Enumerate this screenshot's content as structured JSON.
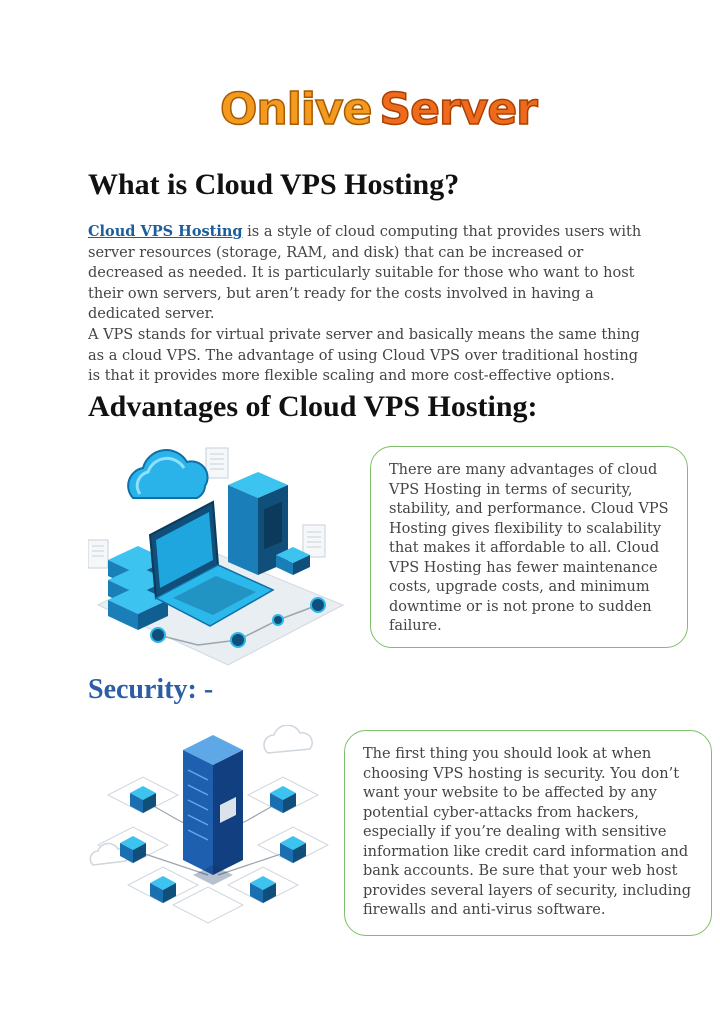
{
  "brand": {
    "word1": "Onlive",
    "word2": "Server"
  },
  "heading_what": "What is Cloud VPS Hosting?",
  "intro": {
    "link_text": "Cloud VPS Hosting",
    "p1_rest": " is a style of cloud computing that provides users with server resources (storage, RAM, and disk) that can be increased or decreased as needed. It is particularly suitable for those who want to host their own servers, but aren’t ready for the costs involved in having a dedicated server.",
    "p2": "A VPS stands for virtual private server and basically means the same thing as a cloud VPS. The advantage of using Cloud VPS over traditional hosting is that it provides more flexible scaling and more cost-effective options."
  },
  "heading_advantages": "Advantages of Cloud VPS Hosting:",
  "advantages_text": "There are many advantages of cloud VPS Hosting in terms of security, stability, and performance. Cloud VPS Hosting gives flexibility to scalability that makes it affordable to all. Cloud VPS Hosting has fewer maintenance costs, upgrade costs, and minimum downtime or is not prone to sudden failure.",
  "heading_security": "Security: -",
  "security_text": "The first thing you should look at when choosing VPS hosting is security. You don’t want your website to be affected by any potential cyber-attacks from hackers, especially if you’re dealing with sensitive information like credit card information and bank accounts. Be sure that your web host provides several layers of security, including firewalls and anti-virus software.",
  "colors": {
    "accent_link": "#1b5e9a",
    "security_heading": "#2d5ea5",
    "box_border": "#7fbf6a",
    "logo_orange": "#f39a1f"
  }
}
